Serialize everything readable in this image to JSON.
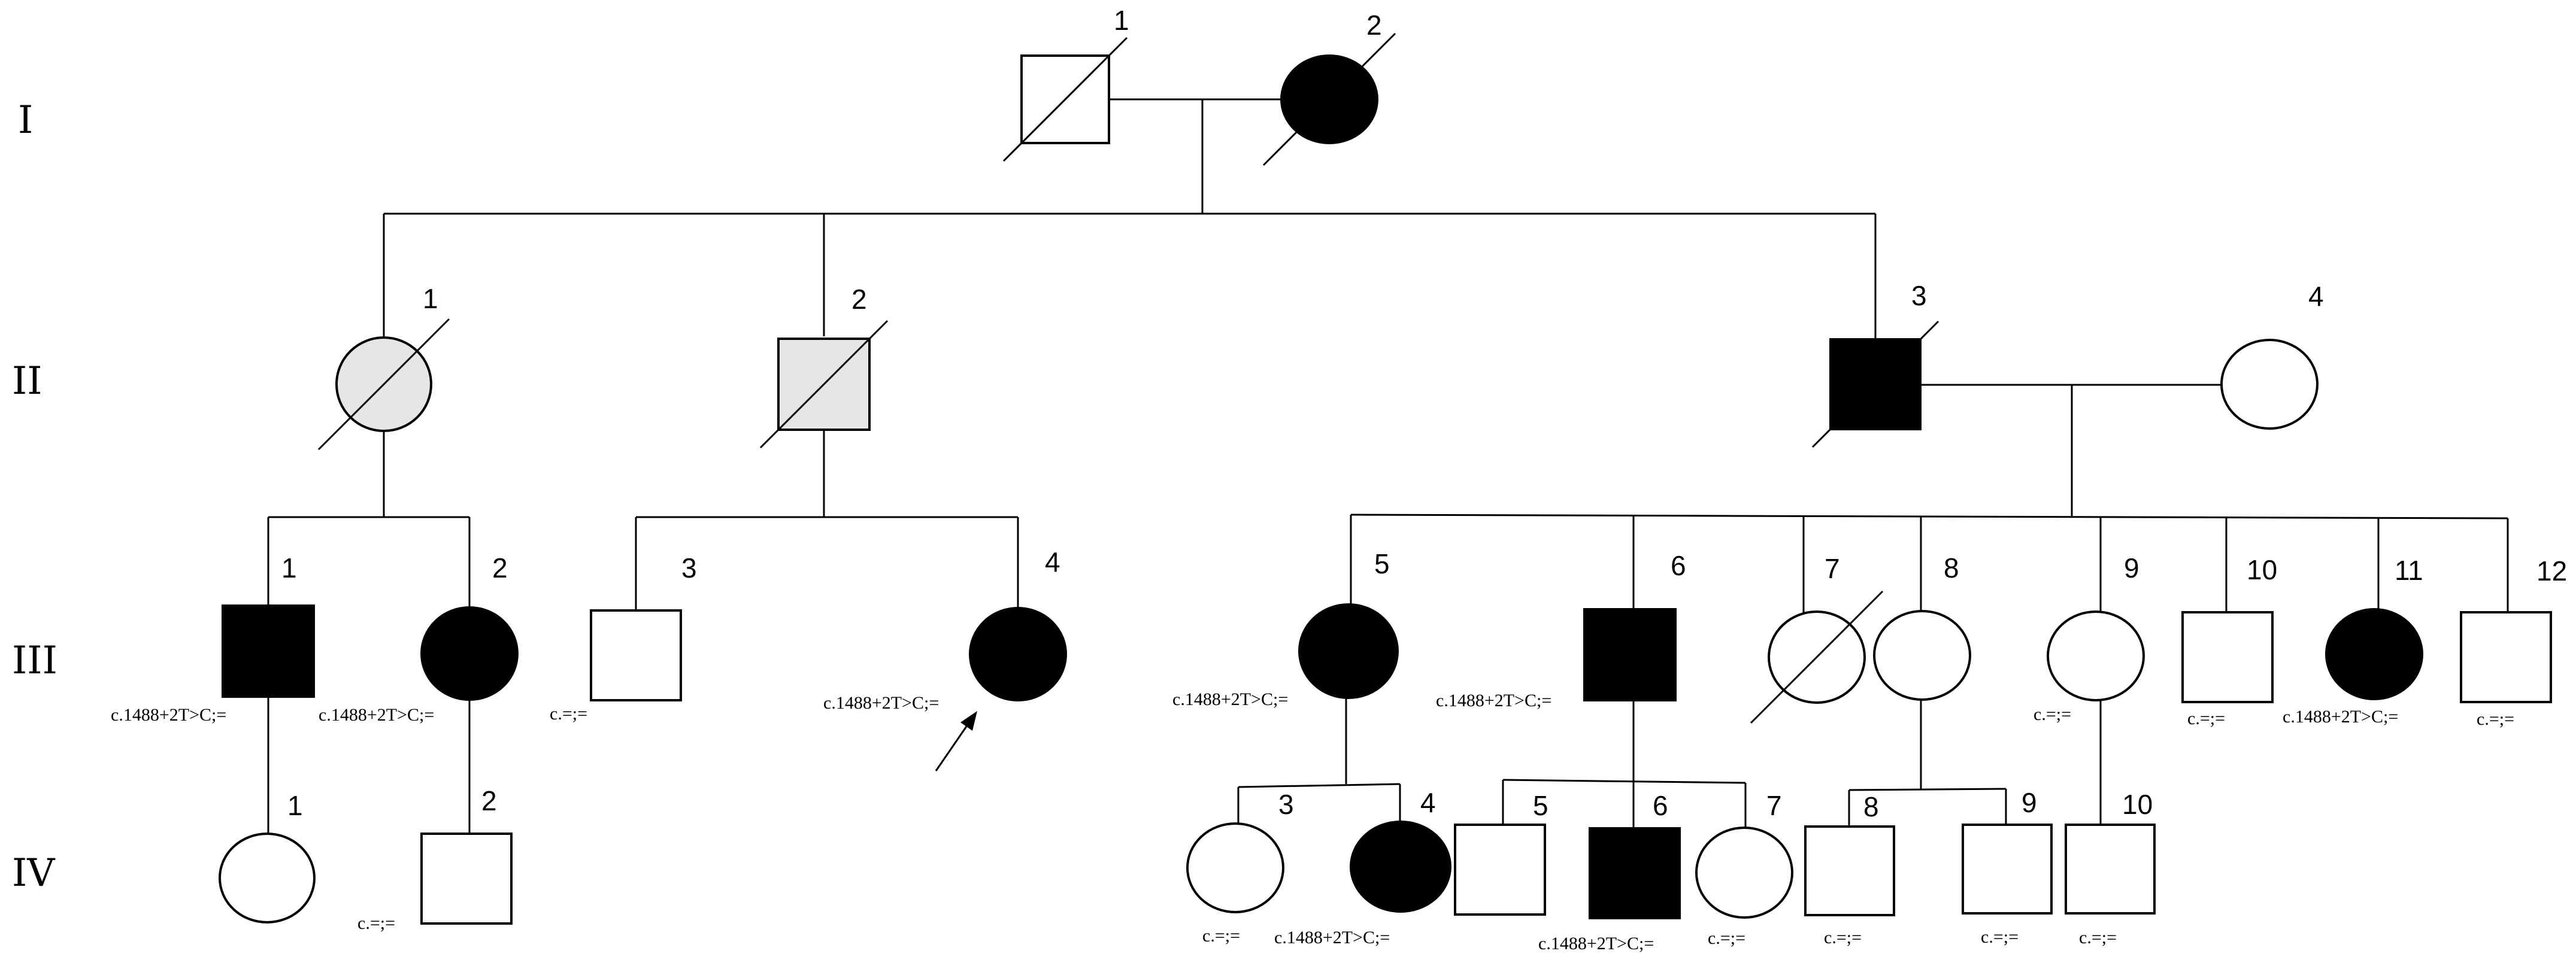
{
  "generations": [
    "I",
    "II",
    "III",
    "IV"
  ],
  "genotypes": {
    "variant": "c.1488+2T>C;=",
    "wildtype": "c.=;="
  },
  "colors": {
    "affected": "#000000",
    "grey": "#e6e6e6",
    "unaffected": "#ffffff"
  },
  "individuals": [
    {
      "id": "I-1",
      "number": "1",
      "sex": "male",
      "status": "unaffected",
      "deceased": true,
      "genotype": ""
    },
    {
      "id": "I-2",
      "number": "2",
      "sex": "female",
      "status": "affected",
      "deceased": true,
      "genotype": ""
    },
    {
      "id": "II-1",
      "number": "1",
      "sex": "female",
      "status": "grey",
      "deceased": true,
      "genotype": ""
    },
    {
      "id": "II-2",
      "number": "2",
      "sex": "male",
      "status": "grey",
      "deceased": true,
      "genotype": ""
    },
    {
      "id": "II-3",
      "number": "3",
      "sex": "male",
      "status": "affected",
      "deceased": true,
      "genotype": ""
    },
    {
      "id": "II-4",
      "number": "4",
      "sex": "female",
      "status": "unaffected",
      "deceased": false,
      "genotype": ""
    },
    {
      "id": "III-1",
      "number": "1",
      "sex": "male",
      "status": "affected",
      "deceased": false,
      "genotype": "c.1488+2T>C;="
    },
    {
      "id": "III-2",
      "number": "2",
      "sex": "female",
      "status": "affected",
      "deceased": false,
      "genotype": "c.1488+2T>C;="
    },
    {
      "id": "III-3",
      "number": "3",
      "sex": "male",
      "status": "unaffected",
      "deceased": false,
      "genotype": "c.=;="
    },
    {
      "id": "III-4",
      "number": "4",
      "sex": "female",
      "status": "affected",
      "deceased": false,
      "genotype": "c.1488+2T>C;=",
      "proband": true
    },
    {
      "id": "III-5",
      "number": "5",
      "sex": "female",
      "status": "affected",
      "deceased": false,
      "genotype": "c.1488+2T>C;="
    },
    {
      "id": "III-6",
      "number": "6",
      "sex": "male",
      "status": "affected",
      "deceased": false,
      "genotype": "c.1488+2T>C;="
    },
    {
      "id": "III-7",
      "number": "7",
      "sex": "female",
      "status": "unaffected",
      "deceased": true,
      "genotype": ""
    },
    {
      "id": "III-8",
      "number": "8",
      "sex": "female",
      "status": "unaffected",
      "deceased": false,
      "genotype": ""
    },
    {
      "id": "III-9",
      "number": "9",
      "sex": "female",
      "status": "unaffected",
      "deceased": false,
      "genotype": "c.=;="
    },
    {
      "id": "III-10",
      "number": "10",
      "sex": "male",
      "status": "unaffected",
      "deceased": false,
      "genotype": "c.=;="
    },
    {
      "id": "III-11",
      "number": "11",
      "sex": "female",
      "status": "affected",
      "deceased": false,
      "genotype": "c.1488+2T>C;="
    },
    {
      "id": "III-12",
      "number": "12",
      "sex": "male",
      "status": "unaffected",
      "deceased": false,
      "genotype": "c.=;="
    },
    {
      "id": "IV-1",
      "number": "1",
      "sex": "female",
      "status": "unaffected",
      "deceased": false,
      "genotype": ""
    },
    {
      "id": "IV-2",
      "number": "2",
      "sex": "male",
      "status": "unaffected",
      "deceased": false,
      "genotype": "c.=;="
    },
    {
      "id": "IV-3",
      "number": "3",
      "sex": "female",
      "status": "unaffected",
      "deceased": false,
      "genotype": "c.=;="
    },
    {
      "id": "IV-4",
      "number": "4",
      "sex": "female",
      "status": "affected",
      "deceased": false,
      "genotype": "c.1488+2T>C;="
    },
    {
      "id": "IV-5",
      "number": "5",
      "sex": "male",
      "status": "unaffected",
      "deceased": false,
      "genotype": ""
    },
    {
      "id": "IV-6",
      "number": "6",
      "sex": "male",
      "status": "affected",
      "deceased": false,
      "genotype": "c.1488+2T>C;="
    },
    {
      "id": "IV-7",
      "number": "7",
      "sex": "female",
      "status": "unaffected",
      "deceased": false,
      "genotype": "c.=;="
    },
    {
      "id": "IV-8",
      "number": "8",
      "sex": "male",
      "status": "unaffected",
      "deceased": false,
      "genotype": "c.=;="
    },
    {
      "id": "IV-9",
      "number": "9",
      "sex": "male",
      "status": "unaffected",
      "deceased": false,
      "genotype": "c.=;="
    },
    {
      "id": "IV-10",
      "number": "10",
      "sex": "male",
      "status": "unaffected",
      "deceased": false,
      "genotype": "c.=;="
    }
  ]
}
